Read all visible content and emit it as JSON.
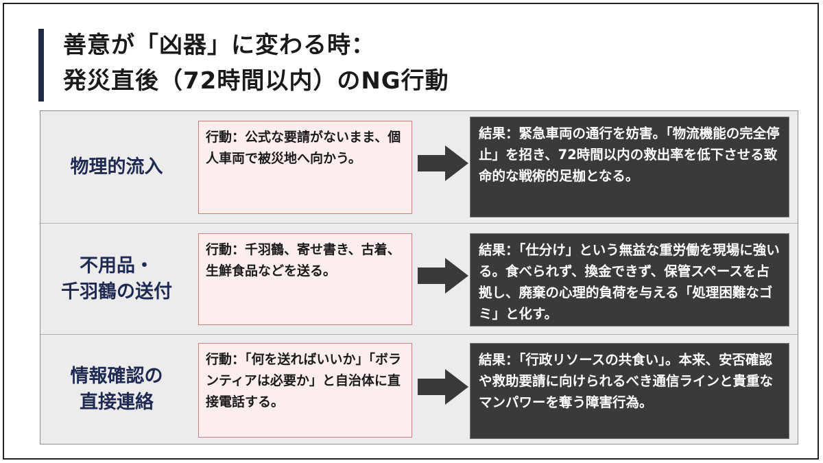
{
  "title": {
    "line1": "善意が「凶器」に変わる時：",
    "line2": "発災直後（72時間以内）のNG行動"
  },
  "rows": [
    {
      "category": [
        "物理的流入"
      ],
      "action": "行動：公式な要請がないまま、個人車両で被災地へ向かう。",
      "result": "結果：緊急車両の通行を妨害。「物流機能の完全停止」を招き、72時間以内の救出率を低下させる致命的な戦術的足枷となる。"
    },
    {
      "category": [
        "不用品・",
        "千羽鶴の送付"
      ],
      "action": "行動：千羽鶴、寄せ書き、古着、生鮮食品などを送る。",
      "result": "結果：「仕分け」という無益な重労働を現場に強いる。食べられず、換金できず、保管スペースを占拠し、廃棄の心理的負荷を与える「処理困難なゴミ」と化す。"
    },
    {
      "category": [
        "情報確認の",
        "直接連絡"
      ],
      "action": "行動：「何を送ればいいか」「ボランティアは必要か」と自治体に直接電話する。",
      "result": "結果：「行政リソースの共食い」。本来、安否確認や救助要請に向けられるべき通信ラインと貴重なマンパワーを奪う障害行為。"
    }
  ],
  "colors": {
    "accent_bar": "#1f2a44",
    "category_text": "#1f2a52",
    "action_bg": "#fdeeee",
    "action_border": "#c98080",
    "result_bg": "#3a3a3a",
    "arrow": "#3a3a3a"
  },
  "icons": {
    "arrow": "right-arrow-icon"
  }
}
